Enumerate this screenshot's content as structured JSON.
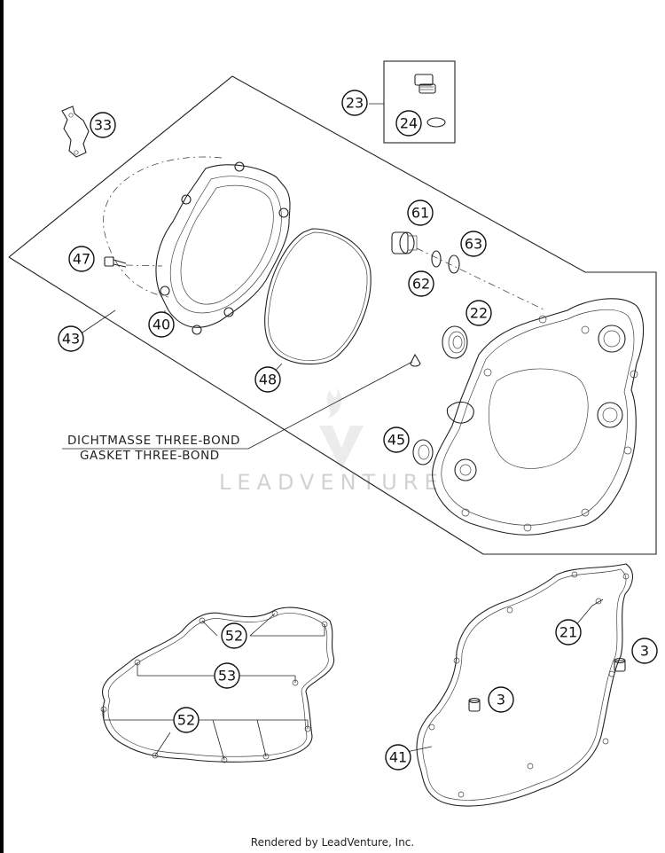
{
  "callouts": [
    {
      "id": "c33",
      "label": "33"
    },
    {
      "id": "c23",
      "label": "23"
    },
    {
      "id": "c24",
      "label": "24"
    },
    {
      "id": "c61",
      "label": "61"
    },
    {
      "id": "c63",
      "label": "63"
    },
    {
      "id": "c47",
      "label": "47"
    },
    {
      "id": "c62",
      "label": "62"
    },
    {
      "id": "c22",
      "label": "22"
    },
    {
      "id": "c40",
      "label": "40"
    },
    {
      "id": "c43",
      "label": "43"
    },
    {
      "id": "c48",
      "label": "48"
    },
    {
      "id": "c45",
      "label": "45"
    },
    {
      "id": "c52a",
      "label": "52"
    },
    {
      "id": "c53",
      "label": "53"
    },
    {
      "id": "c52b",
      "label": "52"
    },
    {
      "id": "c21",
      "label": "21"
    },
    {
      "id": "c3a",
      "label": "3"
    },
    {
      "id": "c3b",
      "label": "3"
    },
    {
      "id": "c41",
      "label": "41"
    }
  ],
  "annotation": {
    "line1": "DICHTMASSE THREE-BOND",
    "line2": "GASKET THREE-BOND"
  },
  "watermark": "LEADVENTURE",
  "footer": "Rendered by LeadVenture, Inc."
}
